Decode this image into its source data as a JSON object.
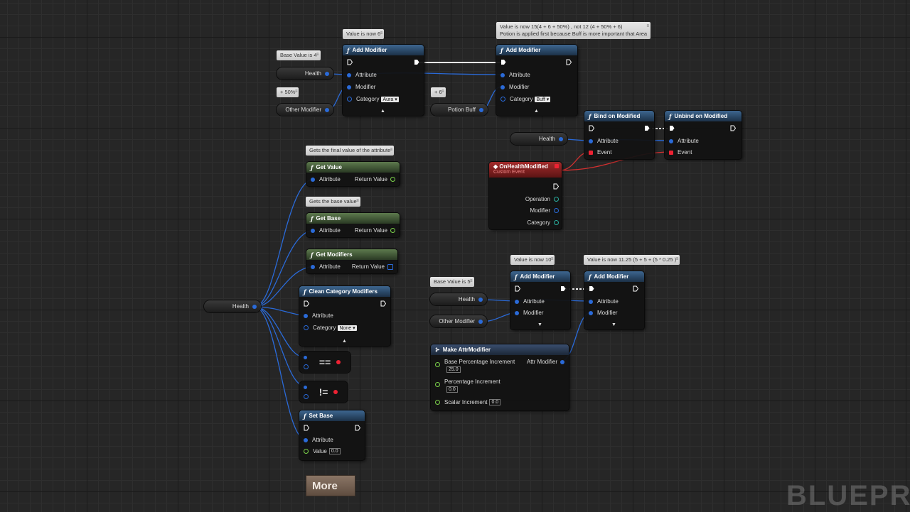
{
  "comments": {
    "value_now_6": "Value is now 6",
    "value_now_15": "Value is now 15(4 + 6 + 50%) , not 12 (4 + 50% + 6)",
    "value_now_15_line2": "Potion is applied first because Buff is more important that Area",
    "base_value_4": "Base Value is 4",
    "plus_50": "+ 50%",
    "plus_6": "+ 6",
    "final_value": "Gets the final value of the attribute",
    "base_value": "Gets the base value",
    "value_now_10": "Value is now 10",
    "value_now_11": "Value is now 11.25 (5 + 5 + (5 * 0.25 )",
    "base_value_5": "Base Value is 5"
  },
  "vars": {
    "health": "Health",
    "other_modifier": "Other Modifier",
    "potion_buff": "Potion Buff"
  },
  "nodes": {
    "add_modifier": "Add Modifier",
    "bind": "Bind on Modified",
    "unbind": "Unbind on Modified",
    "get_value": "Get Value",
    "get_base": "Get Base",
    "get_modifiers": "Get Modifiers",
    "clean_category": "Clean Category Modifiers",
    "set_base": "Set Base",
    "event_title": "OnHealthModified",
    "event_sub": "Custom Event",
    "make_attr": "Make AttrModifier"
  },
  "pins": {
    "attribute": "Attribute",
    "modifier": "Modifier",
    "category": "Category",
    "event": "Event",
    "return_value": "Return Value",
    "operation": "Operation",
    "value": "Value",
    "base_pct": "Base Percentage Increment",
    "pct": "Percentage Increment",
    "scalar": "Scalar Increment",
    "attr_modifier": "Attr Modifier"
  },
  "combos": {
    "aura": "Aura",
    "buff": "Buff",
    "none": "None"
  },
  "values": {
    "base_pct": "25.0",
    "pct": "0.0",
    "scalar": "0.0",
    "set_base": "0.0"
  },
  "ops": {
    "eq": "==",
    "neq": "!="
  },
  "more_button": "More",
  "watermark": "BLUEPRINT",
  "colors": {
    "exec": "#ffffff",
    "attribute_wire": "#2a6ad8",
    "event_wire": "#e23030",
    "function_header": "#3d6690",
    "pure_header": "#5d7a4d",
    "event_header": "#a32b2b"
  }
}
